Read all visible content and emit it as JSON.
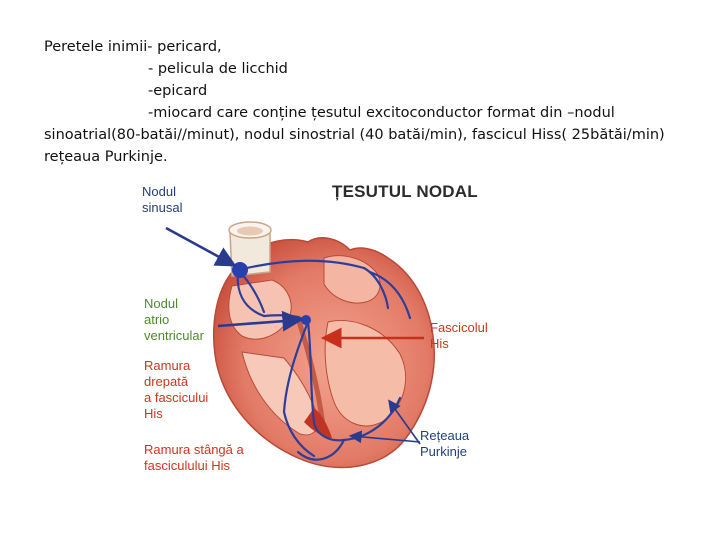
{
  "text": {
    "line1": "Peretele inimii- pericard,",
    "line2": "- pelicula de licchid",
    "line3": "-epicard",
    "line4": "-miocard care conține țesutul excitoconductor format din –nodul",
    "line5": "sinoatrial(80-batăi//minut), nodul sinostrial (40 batăi/min), fascicul Hiss( 25bătăi/min)",
    "line6": "rețeaua Purkinje."
  },
  "figure": {
    "title": "ȚESUTUL NODAL",
    "labels": {
      "sinus_1": "Nodul",
      "sinus_2": "sinusal",
      "av_1": "Nodul",
      "av_2": "atrio",
      "av_3": "ventricular",
      "right_1": "Ramura",
      "right_2": "drepată",
      "right_3": "a fascicului",
      "right_4": "His",
      "left_1": "Ramura stângă a",
      "left_2": "fasciculului His",
      "his_1": "Fascicolul",
      "his_2": "His",
      "purk_1": "Rețeaua",
      "purk_2": "Purkinje"
    },
    "colors": {
      "label_blue": "#24407a",
      "label_red": "#cc3520",
      "label_green": "#4d8a2c",
      "heart": "#e9826f",
      "conduction": "#2c3e9a"
    }
  }
}
